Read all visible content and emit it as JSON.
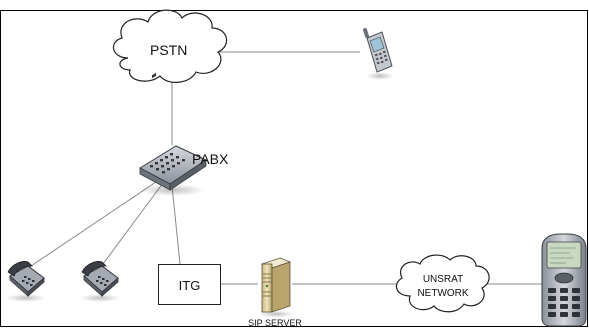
{
  "diagram": {
    "labels": {
      "pstn": "PSTN",
      "pabx": "PABX",
      "itg": "ITG",
      "sip_server": "SIP SERVER",
      "unsrat_line1": "UNSRAT",
      "unsrat_line2": "NETWORK"
    },
    "nodes": [
      {
        "id": "pstn",
        "kind": "cloud",
        "icon": "cloud-icon"
      },
      {
        "id": "mobile",
        "kind": "mobile-phone",
        "icon": "mobile-phone-icon"
      },
      {
        "id": "pabx",
        "kind": "pabx",
        "icon": "switch-icon"
      },
      {
        "id": "phone-1",
        "kind": "desk-phone",
        "icon": "desk-phone-icon"
      },
      {
        "id": "phone-2",
        "kind": "desk-phone",
        "icon": "desk-phone-icon"
      },
      {
        "id": "itg",
        "kind": "box"
      },
      {
        "id": "sip-server",
        "kind": "server",
        "icon": "server-icon"
      },
      {
        "id": "unsrat",
        "kind": "cloud",
        "icon": "cloud-icon"
      },
      {
        "id": "ip-phone",
        "kind": "ip-phone",
        "icon": "ip-phone-icon"
      }
    ],
    "links": [
      [
        "pstn",
        "mobile"
      ],
      [
        "pstn",
        "pabx"
      ],
      [
        "pabx",
        "phone-1"
      ],
      [
        "pabx",
        "phone-2"
      ],
      [
        "pabx",
        "itg"
      ],
      [
        "itg",
        "sip-server"
      ],
      [
        "sip-server",
        "unsrat"
      ],
      [
        "unsrat",
        "ip-phone"
      ]
    ],
    "colors": {
      "line": "#888888",
      "frame": "#000000",
      "device": "#9aa0a8",
      "device_dark": "#3a3d42",
      "server": "#e8d9a8"
    }
  }
}
